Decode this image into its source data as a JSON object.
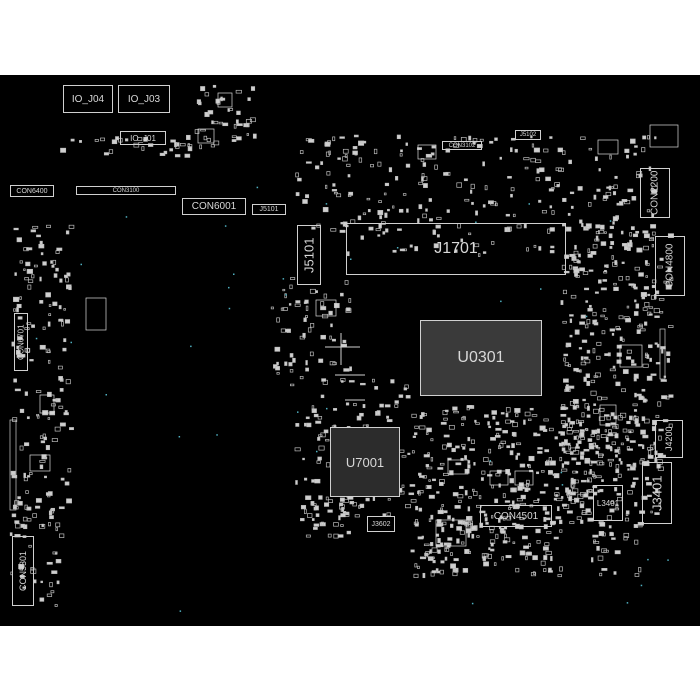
{
  "board": {
    "connectors": {
      "io_j04": "IO_J04",
      "io_j03": "IO_J03",
      "io_j01": "IO_J01",
      "con6400": "CON6400",
      "con3100": "CON3100",
      "con6001": "CON6001",
      "j5101_small": "J5101",
      "j5101": "J5101",
      "j1701": "J1701",
      "con6701": "CON6701",
      "con5301": "CON5301",
      "con2200": "CON2200",
      "con4800": "CON4800",
      "j4200": "J4200",
      "j3401": "J3401",
      "l3401": "L3401",
      "con4501": "CON4501",
      "j3602": "J3602",
      "j5102": "J5102",
      "con3102": "CON3102"
    },
    "chips": {
      "u0301": "U0301",
      "u7001": "U7001"
    }
  }
}
